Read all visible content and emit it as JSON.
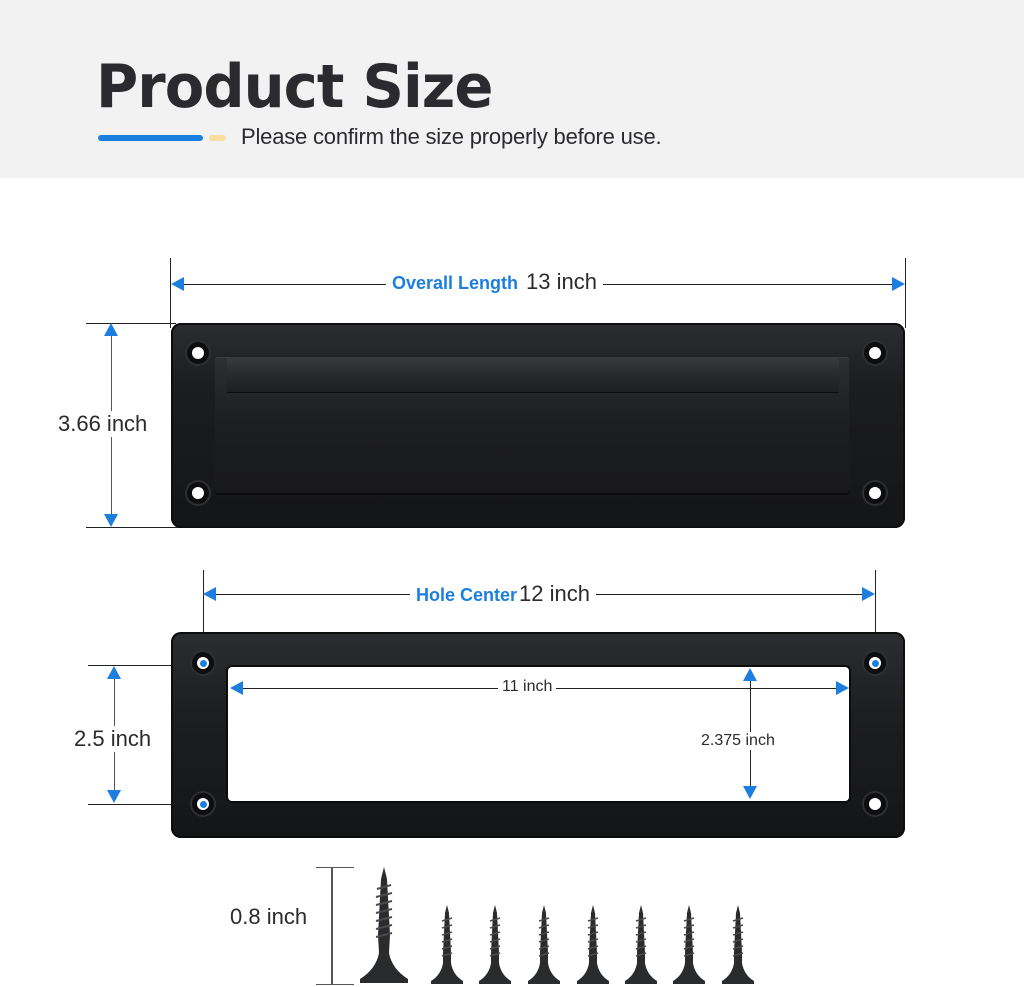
{
  "header": {
    "title": "Product Size",
    "subtitle": "Please confirm the size properly before use.",
    "accent_colors": {
      "primary": "#1c7fe0",
      "secondary": "#f9dd9c"
    }
  },
  "top_plate": {
    "overall_length": {
      "label": "Overall Length",
      "value": "13 inch"
    },
    "height": {
      "value": "3.66 inch"
    }
  },
  "bottom_plate": {
    "hole_center": {
      "label": "Hole Center",
      "value": "12 inch"
    },
    "hole_spacing_height": {
      "value": "2.5 inch"
    },
    "opening_width": {
      "value": "11 inch"
    },
    "opening_height": {
      "value": "2.375 inch"
    }
  },
  "screws": {
    "length": {
      "value": "0.8 inch"
    },
    "count": 8
  },
  "colors": {
    "dimension_arrow": "#1c7fe0",
    "plate": "#1c1d1f",
    "header_bg": "#f2f2f2"
  }
}
